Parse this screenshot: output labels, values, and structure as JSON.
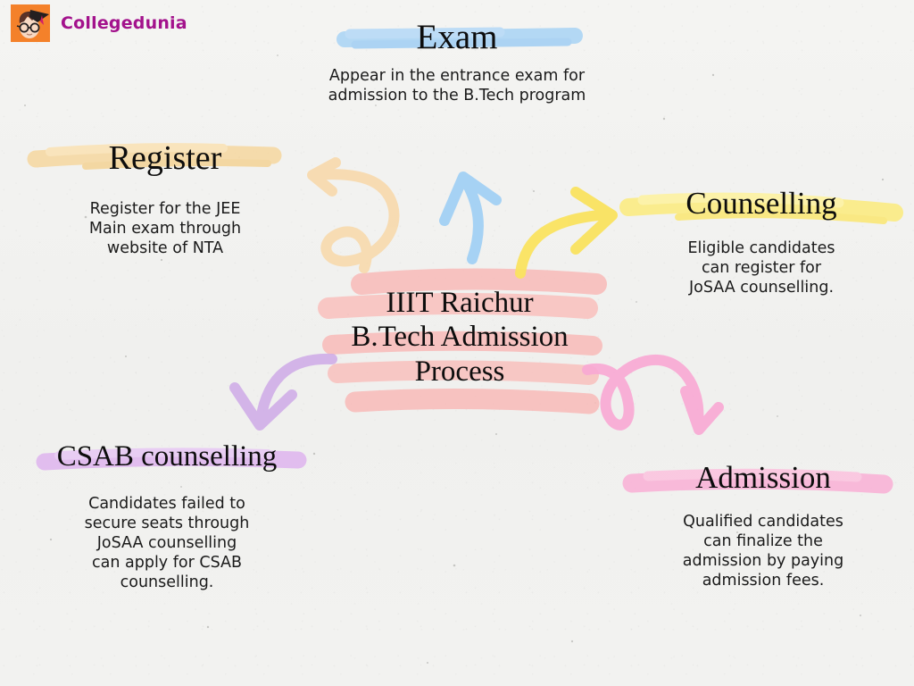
{
  "brand": {
    "name": "Collegedunia",
    "logo_icon": "graduate-avatar-icon",
    "logo_bg_color": "#f4812a",
    "wordmark_color": "#a3128c"
  },
  "canvas": {
    "background_color": "#f2f2f0",
    "texture": "paper"
  },
  "center": {
    "title": "IIIT Raichur\nB.Tech Admission\nProcess",
    "highlight_color": "#f8bcba"
  },
  "steps": [
    {
      "id": "register",
      "heading": "Register",
      "body": "Register for the JEE\nMain exam through\nwebsite of NTA",
      "highlight_color": "#f6d9a4"
    },
    {
      "id": "exam",
      "heading": "Exam",
      "body": "Appear in the entrance exam for\nadmission to the B.Tech program",
      "highlight_color": "#aed6f5"
    },
    {
      "id": "counselling",
      "heading": "Counselling",
      "body": "Eligible candidates\ncan register for\nJoSAA counselling.",
      "highlight_color": "#fbec85"
    },
    {
      "id": "admission",
      "heading": "Admission",
      "body": "Qualified candidates\ncan finalize the\nadmission by paying\nadmission fees.",
      "highlight_color": "#f9b5d8"
    },
    {
      "id": "csab-counselling",
      "heading": "CSAB counselling",
      "body": "Candidates failed to\nsecure seats through\nJoSAA counselling\ncan apply for CSAB\ncounselling.",
      "highlight_color": "#e0b8ef"
    }
  ],
  "arrows": [
    {
      "id": "arrow-to-register",
      "icon": "curved-loop-arrow-left-icon",
      "color": "#f8d8a8",
      "points_to": "register"
    },
    {
      "id": "arrow-to-exam",
      "icon": "curved-arrow-up-icon",
      "color": "#9ecff5",
      "points_to": "exam"
    },
    {
      "id": "arrow-to-counselling",
      "icon": "curved-arrow-right-icon",
      "color": "#fae35f",
      "points_to": "counselling"
    },
    {
      "id": "arrow-to-csab",
      "icon": "curved-arrow-down-left-icon",
      "color": "#ceaae8",
      "points_to": "csab-counselling"
    },
    {
      "id": "arrow-to-admission",
      "icon": "curved-loop-arrow-down-right-icon",
      "color": "#f9a8d4",
      "points_to": "admission"
    }
  ]
}
